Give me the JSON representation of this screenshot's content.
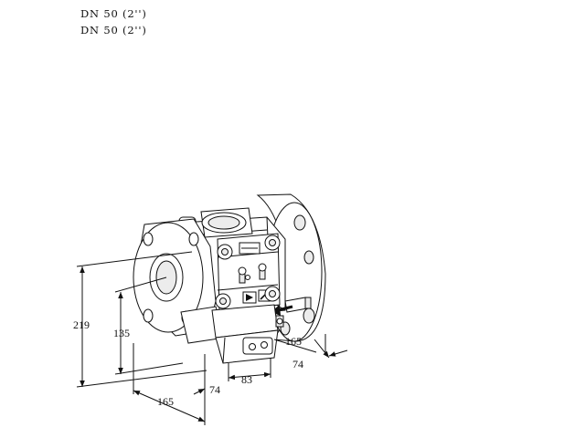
{
  "header": {
    "lines": [
      "DN 50 (2'')",
      "DN 50 (2'')"
    ]
  },
  "dimensions": {
    "height_total": "219",
    "height_center": "135",
    "depth_left": "165",
    "depth_right": "165",
    "offset_front": "74",
    "offset_right": "74",
    "width_body": "83"
  },
  "colors": {
    "line": "#111111",
    "fill": "#ffffff",
    "shade": "#ececec"
  }
}
